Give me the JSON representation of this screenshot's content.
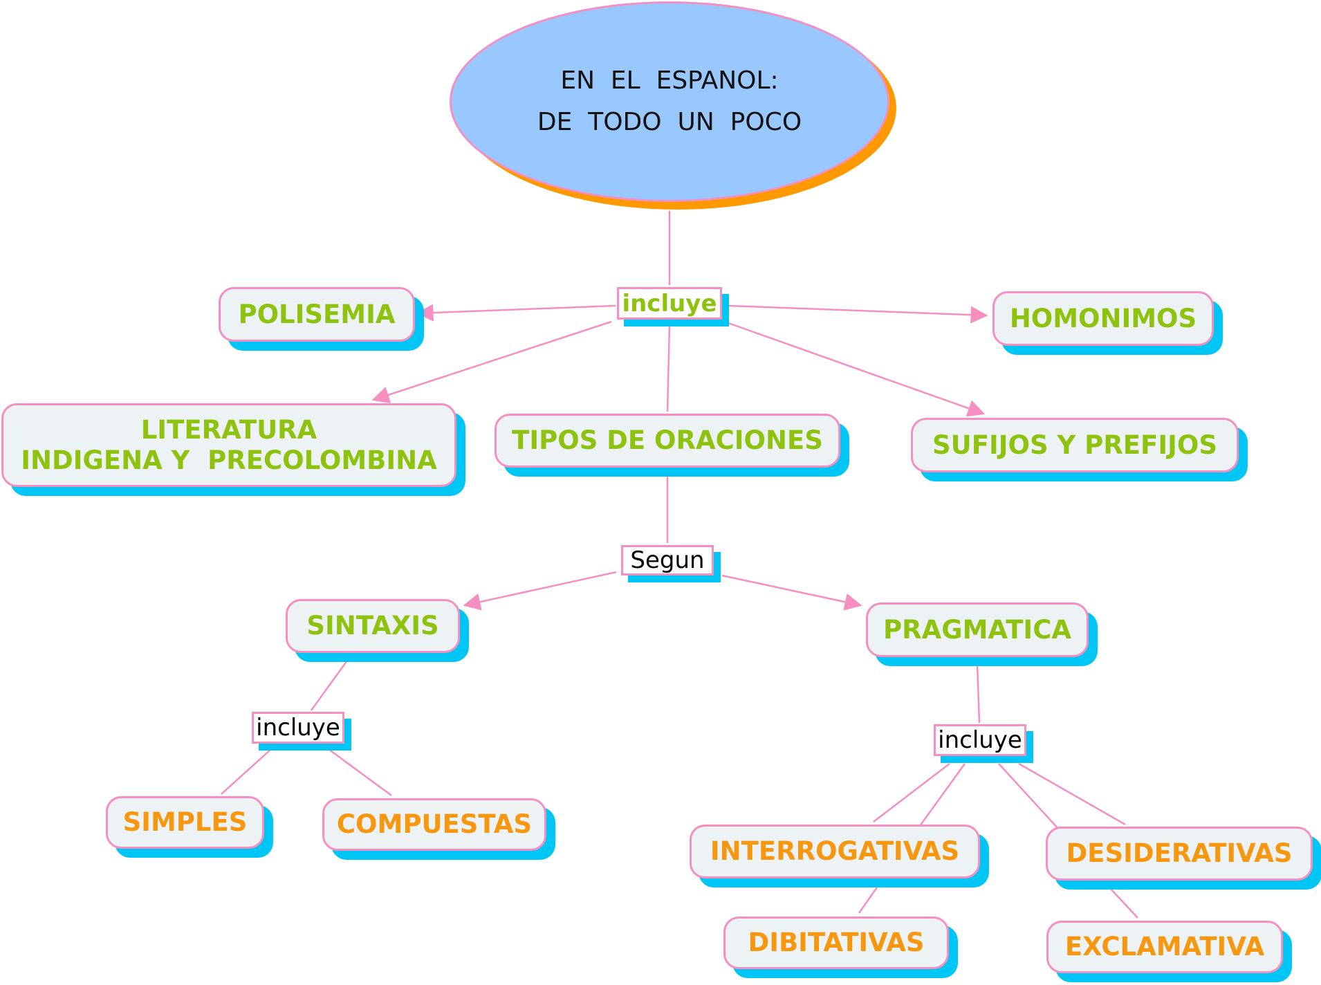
{
  "diagram": {
    "title_line1": "EN  EL  ESPANOL:",
    "title_line2": "DE  TODO  UN  POCO",
    "link_labels": {
      "incluye_main": "incluye",
      "segun": "Segun",
      "incluye_sintaxis": "incluye",
      "incluye_pragmatica": "incluye"
    },
    "nodes": {
      "polisemia": "POLISEMIA",
      "homonimos": "HOMONIMOS",
      "literatura_line1": "LITERATURA",
      "literatura_line2": "INDIGENA Y  PRECOLOMBINA",
      "tipos": "TIPOS DE ORACIONES",
      "sufijos": "SUFIJOS Y PREFIJOS",
      "sintaxis": "SINTAXIS",
      "pragmatica": "PRAGMATICA",
      "simples": "SIMPLES",
      "compuestas": "COMPUESTAS",
      "interrogativas": "INTERROGATIVAS",
      "desiderativas": "DESIDERATIVAS",
      "dibitativas": "DIBITATIVAS",
      "exclamativa": "EXCLAMATIVA"
    },
    "colors": {
      "ellipse_fill": "#99c8ff",
      "ellipse_shadow": "#ff9900",
      "border_pink": "#f48fc0",
      "node_fill": "#edf3f4",
      "node_shadow": "#00c6f5",
      "text_green": "#8dc20e",
      "text_orange": "#f7970f"
    }
  }
}
